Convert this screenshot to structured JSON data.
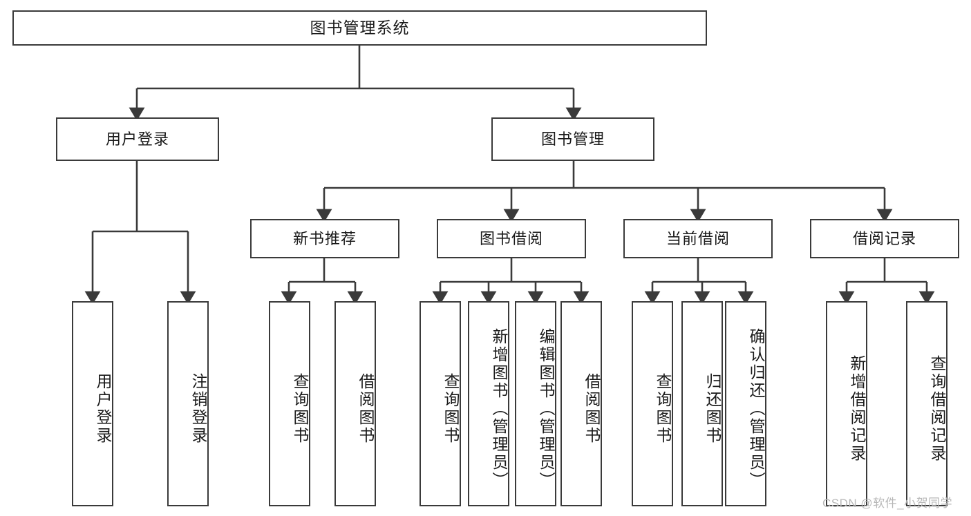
{
  "diagram": {
    "title_node": {
      "label": "图书管理系统"
    },
    "level2": [
      {
        "label": "用户登录"
      },
      {
        "label": "图书管理"
      }
    ],
    "level3": [
      {
        "label": "新书推荐"
      },
      {
        "label": "图书借阅"
      },
      {
        "label": "当前借阅"
      },
      {
        "label": "借阅记录"
      }
    ],
    "leaves": {
      "user_login": [
        {
          "label": "用户登录"
        },
        {
          "label": "注销登录"
        }
      ],
      "new_book_recommend": [
        {
          "label": "查询图书"
        },
        {
          "label": "借阅图书"
        }
      ],
      "book_borrow": [
        {
          "label": "查询图书"
        },
        {
          "label": "新增图书（管理员）"
        },
        {
          "label": "编辑图书（管理员）"
        },
        {
          "label": "借阅图书"
        }
      ],
      "current_borrow": [
        {
          "label": "查询图书"
        },
        {
          "label": "归还图书"
        },
        {
          "label": "确认归还（管理员）"
        }
      ],
      "borrow_record": [
        {
          "label": "新增借阅记录"
        },
        {
          "label": "查询借阅记录"
        }
      ]
    }
  },
  "watermark": {
    "text": "CSDN @软件_小贺同学"
  },
  "colors": {
    "stroke": "#3a3a3a",
    "fill": "#ffffff",
    "text": "#1a1a1a",
    "watermark": "#b8b8b8"
  }
}
